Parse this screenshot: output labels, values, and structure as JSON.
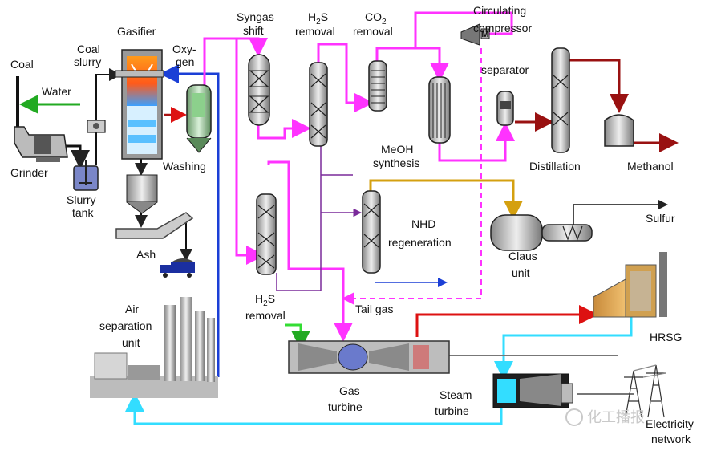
{
  "colors": {
    "syngas": "#ff33ff",
    "air_return": "#33ddff",
    "oxygen": "#1b3fd6",
    "h2s_feed": "#33dd33",
    "exhaust": "#dd1111",
    "methanol": "#991111",
    "sulfur_gas": "#d4a010",
    "nhd": "#7a2a9a",
    "water": "#22aa22",
    "equipment": "#222222"
  },
  "labels": {
    "coal": "Coal",
    "water": "Water",
    "grinder": "Grinder",
    "coal_slurry_1": "Coal",
    "coal_slurry_2": "slurry",
    "slurry_tank_1": "Slurry",
    "slurry_tank_2": "tank",
    "gasifier": "Gasifier",
    "oxygen_1": "Oxy-",
    "oxygen_2": "gen",
    "washing": "Washing",
    "ash": "Ash",
    "air_sep_1": "Air",
    "air_sep_2": "separation",
    "air_sep_3": "unit",
    "syngas_shift_1": "Syngas",
    "syngas_shift_2": "shift",
    "h2s_removal_top_main": "H",
    "h2s_removal_top_sub": "2",
    "h2s_removal_top_rest": "S",
    "h2s_removal_top_2": "removal",
    "co2_removal_main": "CO",
    "co2_removal_sub": "2",
    "co2_removal_2": "removal",
    "circ_comp_1": "Circulating",
    "circ_comp_2": "compressor",
    "separator": "separator",
    "meoh_1": "MeOH",
    "meoh_2": "synthesis",
    "distillation": "Distillation",
    "methanol": "Methanol",
    "nhd_1": "NHD",
    "nhd_2": "regeneration",
    "sulfur": "Sulfur",
    "claus_1": "Claus",
    "claus_2": "unit",
    "h2s_removal_bot_main": "H",
    "h2s_removal_bot_sub": "2",
    "h2s_removal_bot_rest": "S",
    "h2s_removal_bot_2": "removal",
    "tail_gas": "Tail gas",
    "hrsg": "HRSG",
    "gas_turbine_1": "Gas",
    "gas_turbine_2": "turbine",
    "steam_turbine_1": "Steam",
    "steam_turbine_2": "turbine",
    "electricity_1": "Electricity",
    "electricity_2": "network",
    "watermark": "化工播报"
  }
}
